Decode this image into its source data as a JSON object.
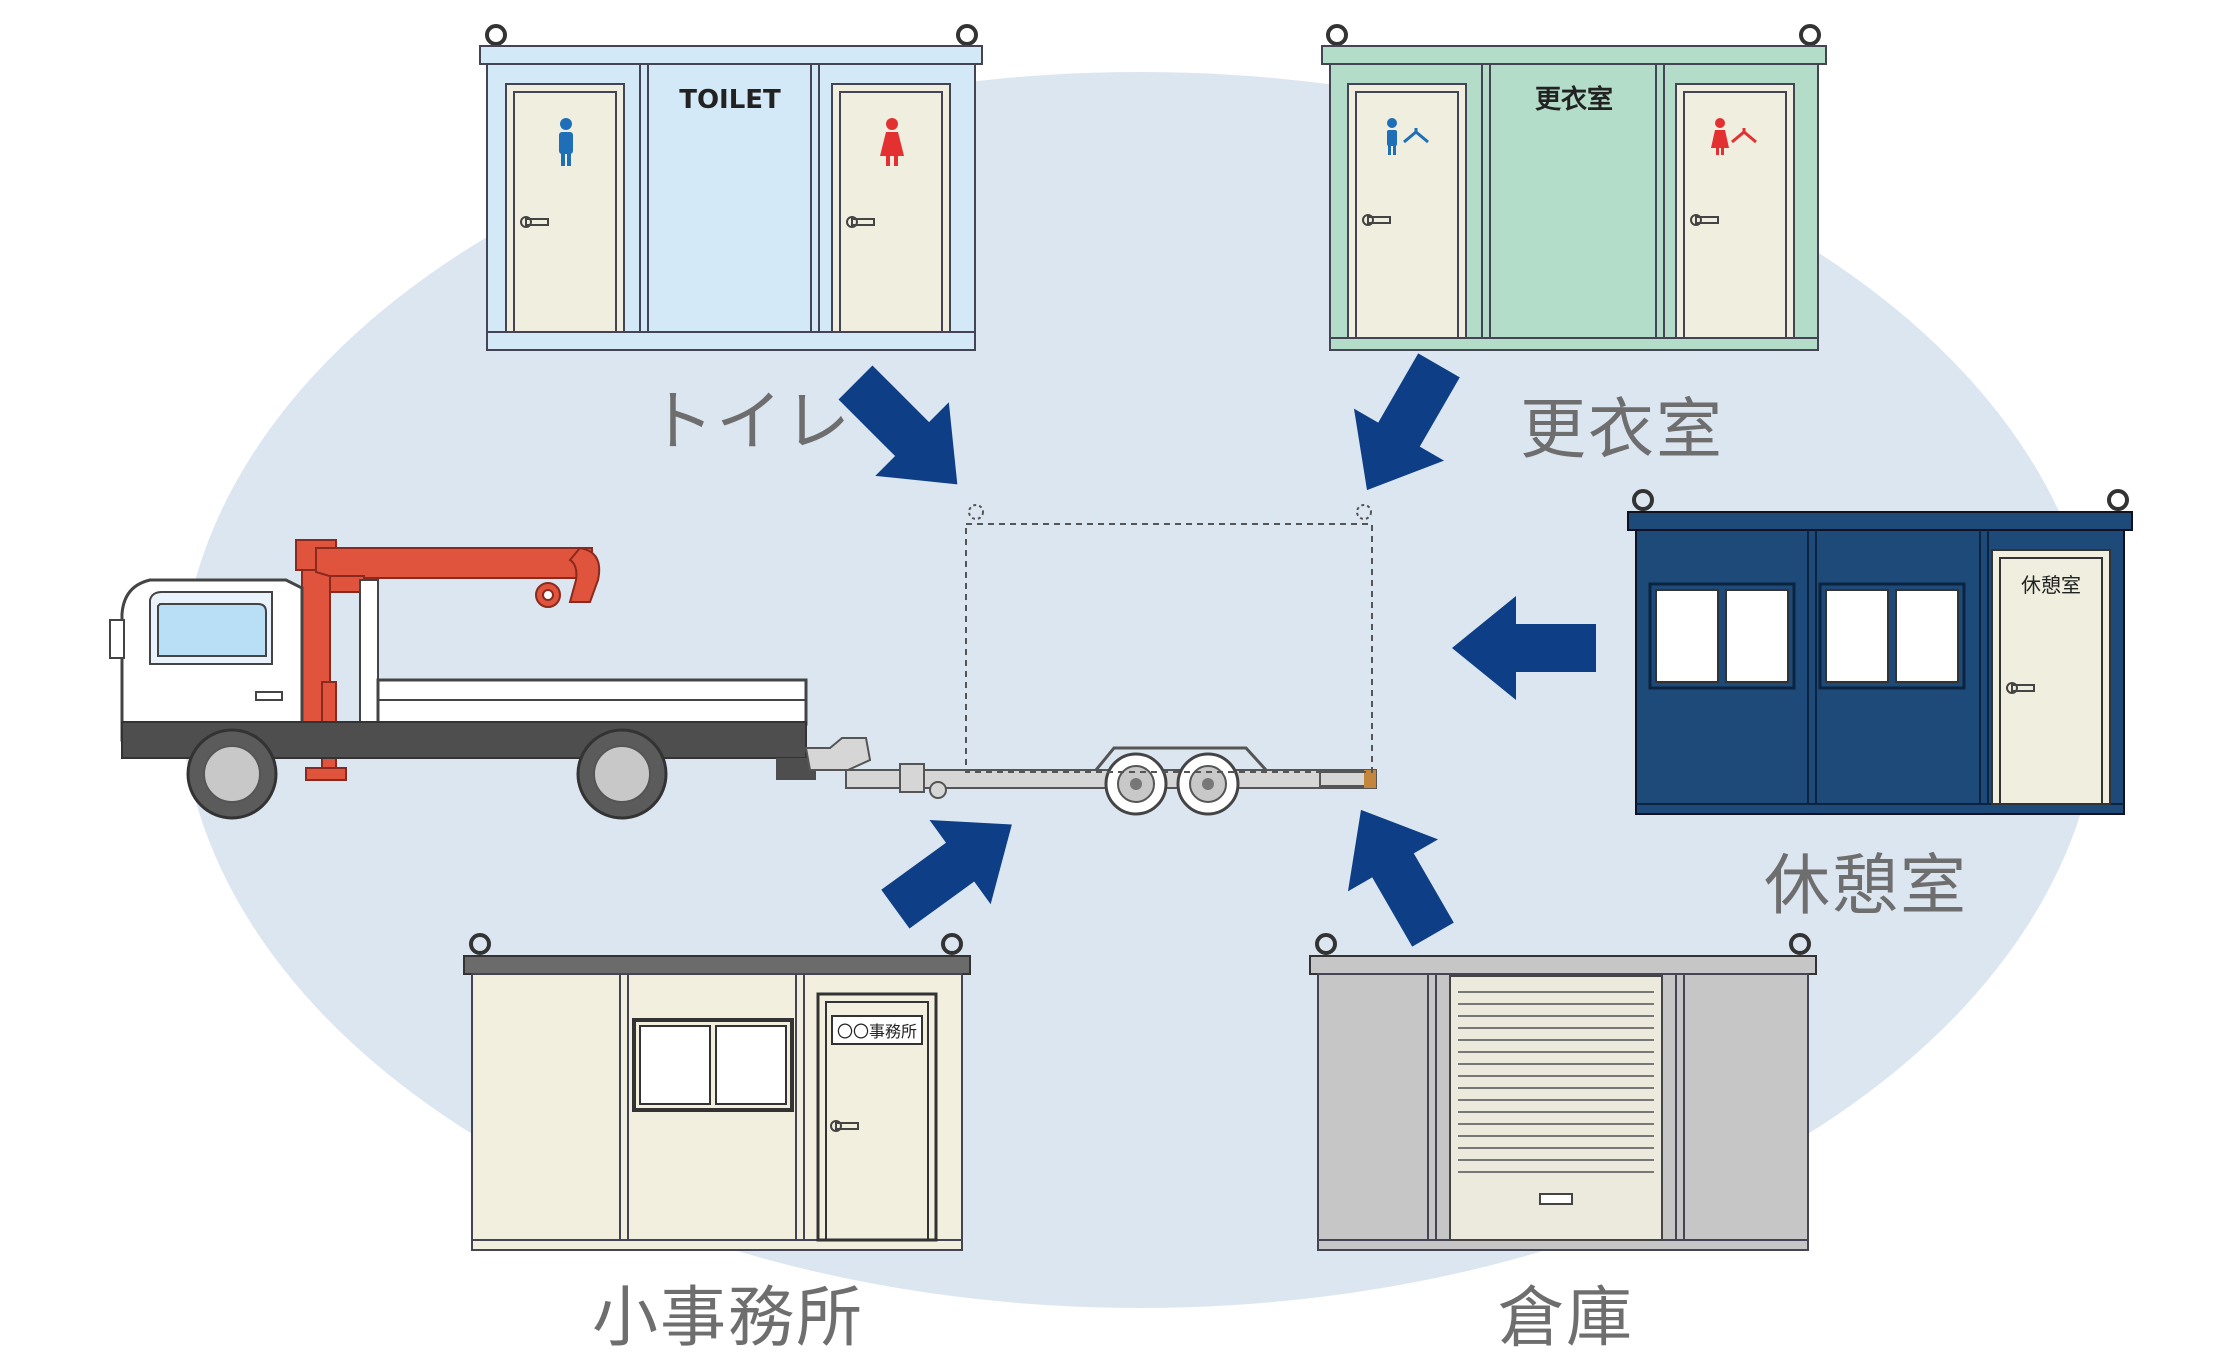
{
  "units": {
    "toilet": {
      "caption": "トイレ",
      "sign": "TOILET"
    },
    "changing_room": {
      "caption": "更衣室",
      "sign": "更衣室"
    },
    "rest_room": {
      "caption": "休憩室",
      "door_sign": "休憩室"
    },
    "small_office": {
      "caption": "小事務所",
      "door_sign": "〇〇事務所"
    },
    "storage": {
      "caption": "倉庫"
    }
  },
  "colors": {
    "background_ellipse": "#dce6f1",
    "arrow": "#0e3f86",
    "toilet_wall": "#d4e9f8",
    "changing_wall": "#b3dcc9",
    "rest_wall": "#1d4a78",
    "office_wall": "#f2efdf",
    "storage_wall": "#c6c6c6",
    "crane": "#e0533c",
    "caption_text": "#6e6e6e"
  },
  "icons": [
    "man-icon",
    "woman-icon",
    "hanger-icon",
    "door-handle-icon",
    "lifting-eye-icon",
    "arrow-icon"
  ]
}
